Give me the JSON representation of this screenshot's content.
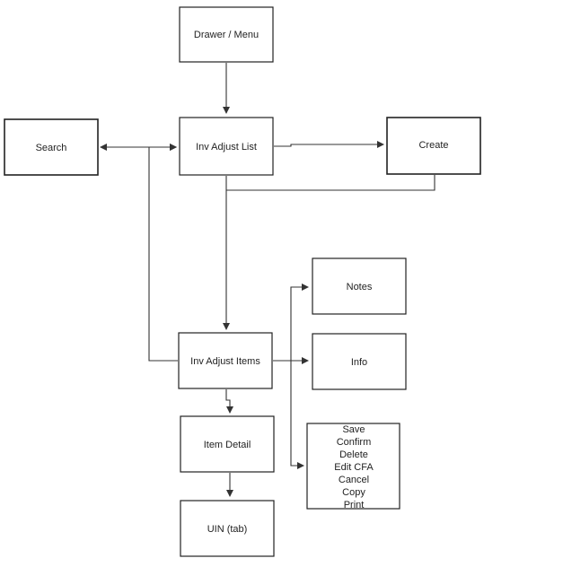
{
  "nodes": {
    "drawer_menu": "Drawer / Menu",
    "search": "Search",
    "inv_adjust_list": "Inv Adjust List",
    "create": "Create",
    "notes": "Notes",
    "info": "Info",
    "inv_adjust_items": "Inv Adjust Items",
    "item_detail": "Item Detail",
    "uin_tab": "UIN (tab)",
    "actions": [
      "Save",
      "Confirm",
      "Delete",
      "Edit CFA",
      "Cancel",
      "Copy",
      "Print"
    ]
  },
  "colors": {
    "line": "#333333",
    "box_border": "#222222",
    "background": "#ffffff"
  }
}
